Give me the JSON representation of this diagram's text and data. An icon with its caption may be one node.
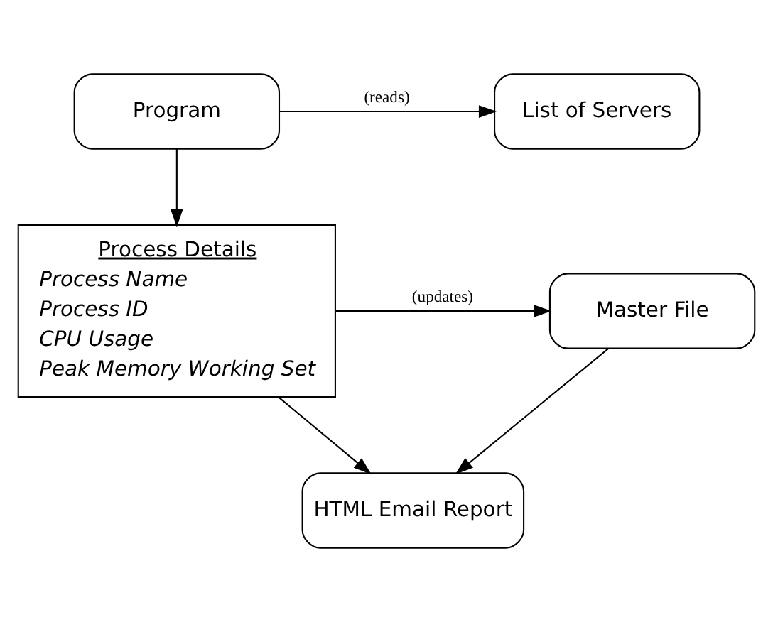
{
  "diagram": {
    "nodes": [
      {
        "text": [
          "Program"
        ]
      },
      {
        "text": [
          "List of Servers"
        ]
      },
      {
        "text": [
          "Process Details",
          "Process Name",
          "Process ID",
          "CPU Usage",
          "Peak Memory Working Set"
        ]
      },
      {
        "text": [
          "Master File"
        ]
      },
      {
        "text": [
          "HTML Email Report"
        ]
      }
    ],
    "edges": [
      {
        "from": 0,
        "to": 1,
        "arrow": "to",
        "label": "(reads)"
      },
      {
        "from": 0,
        "to": 2,
        "arrow": "to"
      },
      {
        "from": 2,
        "to": 3,
        "arrow": "to",
        "label": "(updates)"
      },
      {
        "from": 2,
        "to": 4,
        "arrow": "to"
      },
      {
        "from": 3,
        "to": 4,
        "arrow": "to"
      }
    ]
  }
}
